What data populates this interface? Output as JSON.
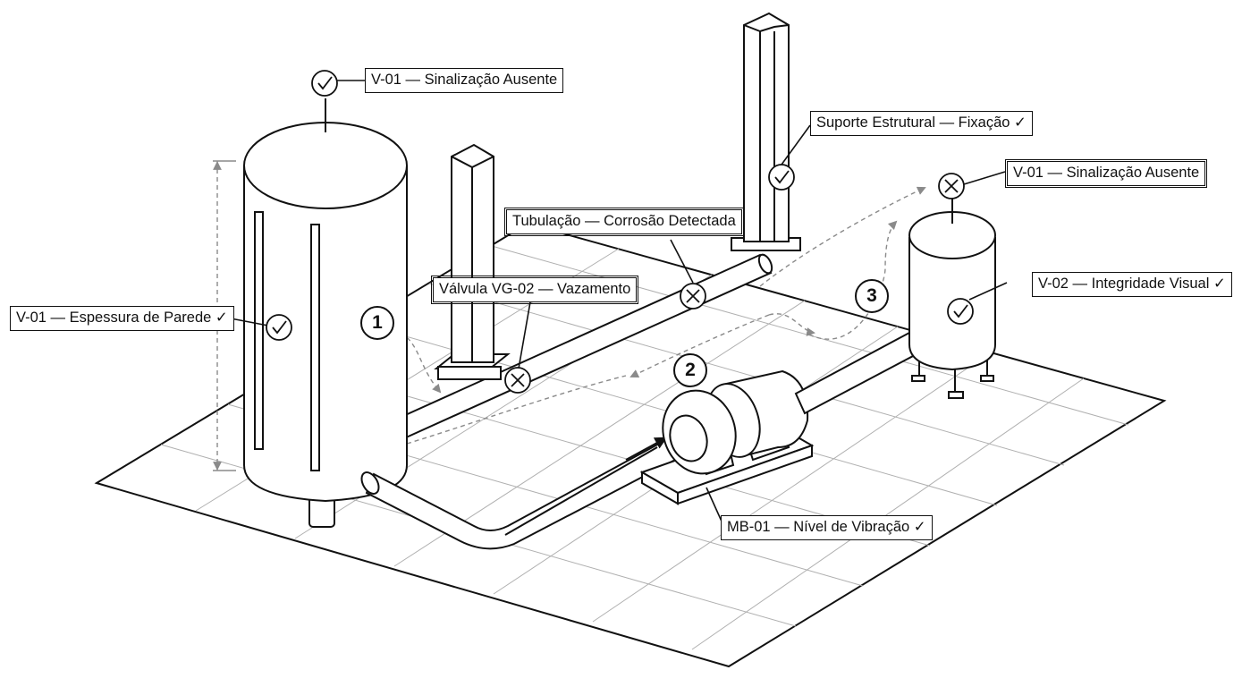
{
  "diagram": {
    "labels": {
      "v01_top": "V-01 — Sinalização Ausente",
      "suporte": "Suporte Estrutural — Fixação ✓",
      "v01_right": "V-01 — Sinalização Ausente",
      "tubulacao": "Tubulação — Corrosão Detectada",
      "valvula": "Válvula VG-02 — Vazamento",
      "v02": "V-02 — Integridade Visual ✓",
      "v01_wall": "V-01 — Espessura de Parede ✓",
      "mb01": "MB-01 — Nível de Vibração ✓"
    },
    "steps": {
      "s1": "1",
      "s2": "2",
      "s3": "3"
    },
    "markers": {
      "pass_icon": "check-circle-icon",
      "fail_icon": "x-circle-icon"
    },
    "colors": {
      "line": "#111111",
      "grid": "#9a9a9a",
      "route": "#8a8a8a",
      "background": "#ffffff"
    }
  }
}
